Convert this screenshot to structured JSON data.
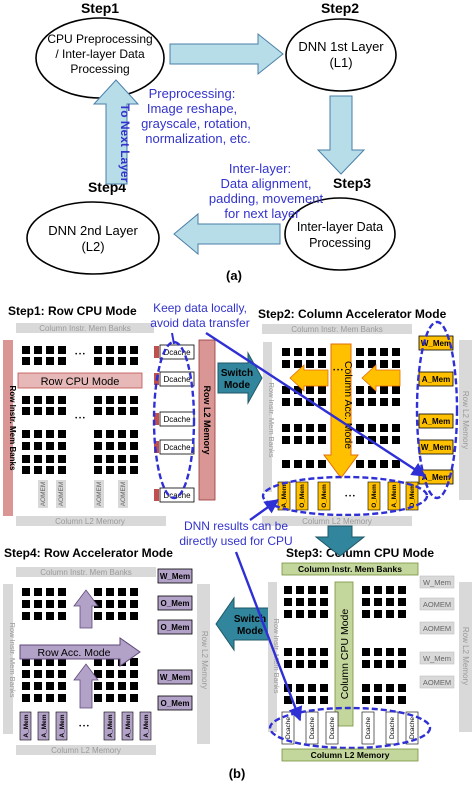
{
  "part_a": {
    "step1_label": "Step1",
    "step2_label": "Step2",
    "step3_label": "Step3",
    "step4_label": "Step4",
    "node1_lines": [
      "CPU Preprocessing",
      "/ Inter-layer Data",
      "Processing"
    ],
    "node2_lines": [
      "DNN 1st Layer",
      "(L1)"
    ],
    "node3_lines": [
      "Inter-layer Data",
      "Processing"
    ],
    "node4_lines": [
      "DNN 2nd Layer",
      "(L2)"
    ],
    "next_layer_arrow": "To Next Layer",
    "preprocessing_note": [
      "Preprocessing:",
      "Image reshape,",
      "grayscale, rotation,",
      "normalization, etc."
    ],
    "interlayer_note": [
      "Inter-layer:",
      "Data alignment,",
      "padding, movement",
      "for next layer"
    ],
    "caption": "(a)"
  },
  "part_b": {
    "step1_title": "Step1: Row CPU Mode",
    "step2_title": "Step2: Column Accelerator Mode",
    "step3_title": "Step3: Column CPU Mode",
    "step4_title": "Step4: Row Accelerator Mode",
    "keep_note": [
      "Keep data locally,",
      "avoid data transfer"
    ],
    "dnn_note": [
      "DNN results can be",
      "directly used for CPU"
    ],
    "col_instr_banks": "Column Instr. Mem Banks",
    "row_instr_banks": "Row Instr. Mem Banks",
    "col_l2": "Column L2 Memory",
    "row_l2": "Row L2 Memory",
    "row_cpu_mode": "Row CPU Mode",
    "column_acc_mode": "Column Acc. Mode",
    "column_cpu_mode": "Column CPU Mode",
    "row_acc_mode": "Row Acc. Mode",
    "switch_mode": [
      "Switch",
      "Mode"
    ],
    "dcache": "Dcache",
    "aomem": "AOMEM",
    "w_mem": "W_Mem",
    "a_mem": "A_Mem",
    "o_mem": "O_Mem",
    "ellipsis": "•  •  •",
    "caption": "(b)"
  },
  "colors": {
    "ellipse_fill": "#ffffff",
    "arrow_fill": "#b7dde8",
    "note_text": "#3333cc",
    "grey_bank": "#d9d9d9",
    "rose": "#d99694",
    "green": "#c3d69b",
    "purple": "#b3a2c7",
    "orange": "#ffc000",
    "teal": "#31859c",
    "dash_blue": "#2f2fd6"
  }
}
